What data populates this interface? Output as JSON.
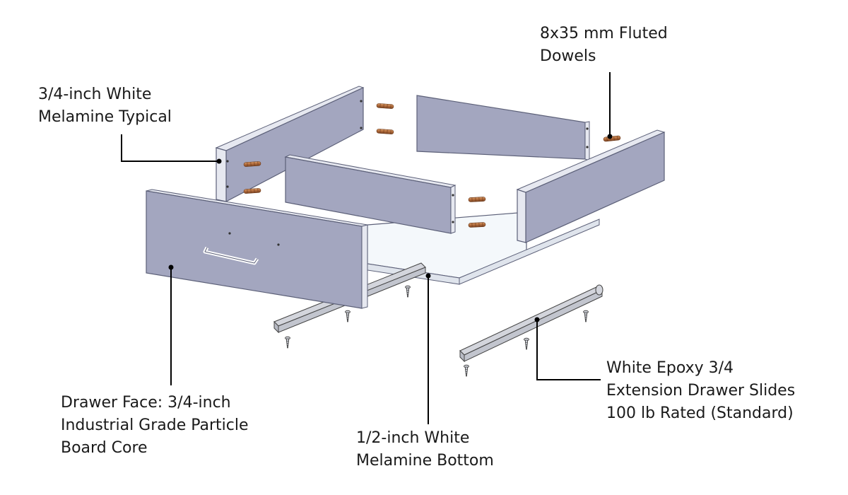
{
  "labels": {
    "dowels": {
      "lines": [
        "8x35 mm Fluted",
        "Dowels"
      ]
    },
    "melamine_typical": {
      "lines": [
        "3/4-inch White",
        "Melamine Typical"
      ]
    },
    "drawer_face": {
      "lines": [
        "Drawer Face: 3/4-inch",
        "Industrial Grade Particle",
        "Board Core"
      ]
    },
    "bottom": {
      "lines": [
        "1/2-inch White",
        "Melamine Bottom"
      ]
    },
    "slides": {
      "lines": [
        "White Epoxy 3/4",
        "Extension Drawer Slides",
        "100 lb Rated (Standard)"
      ]
    }
  },
  "colors": {
    "panel_face": "#a3a6bf",
    "panel_edge": "#e6e8f0",
    "panel_outline": "#5c6078",
    "bottom_panel": "#f4f8fb",
    "dowel": "#b06a3a",
    "slide": "#d3d5dc",
    "leader": "#000000"
  }
}
